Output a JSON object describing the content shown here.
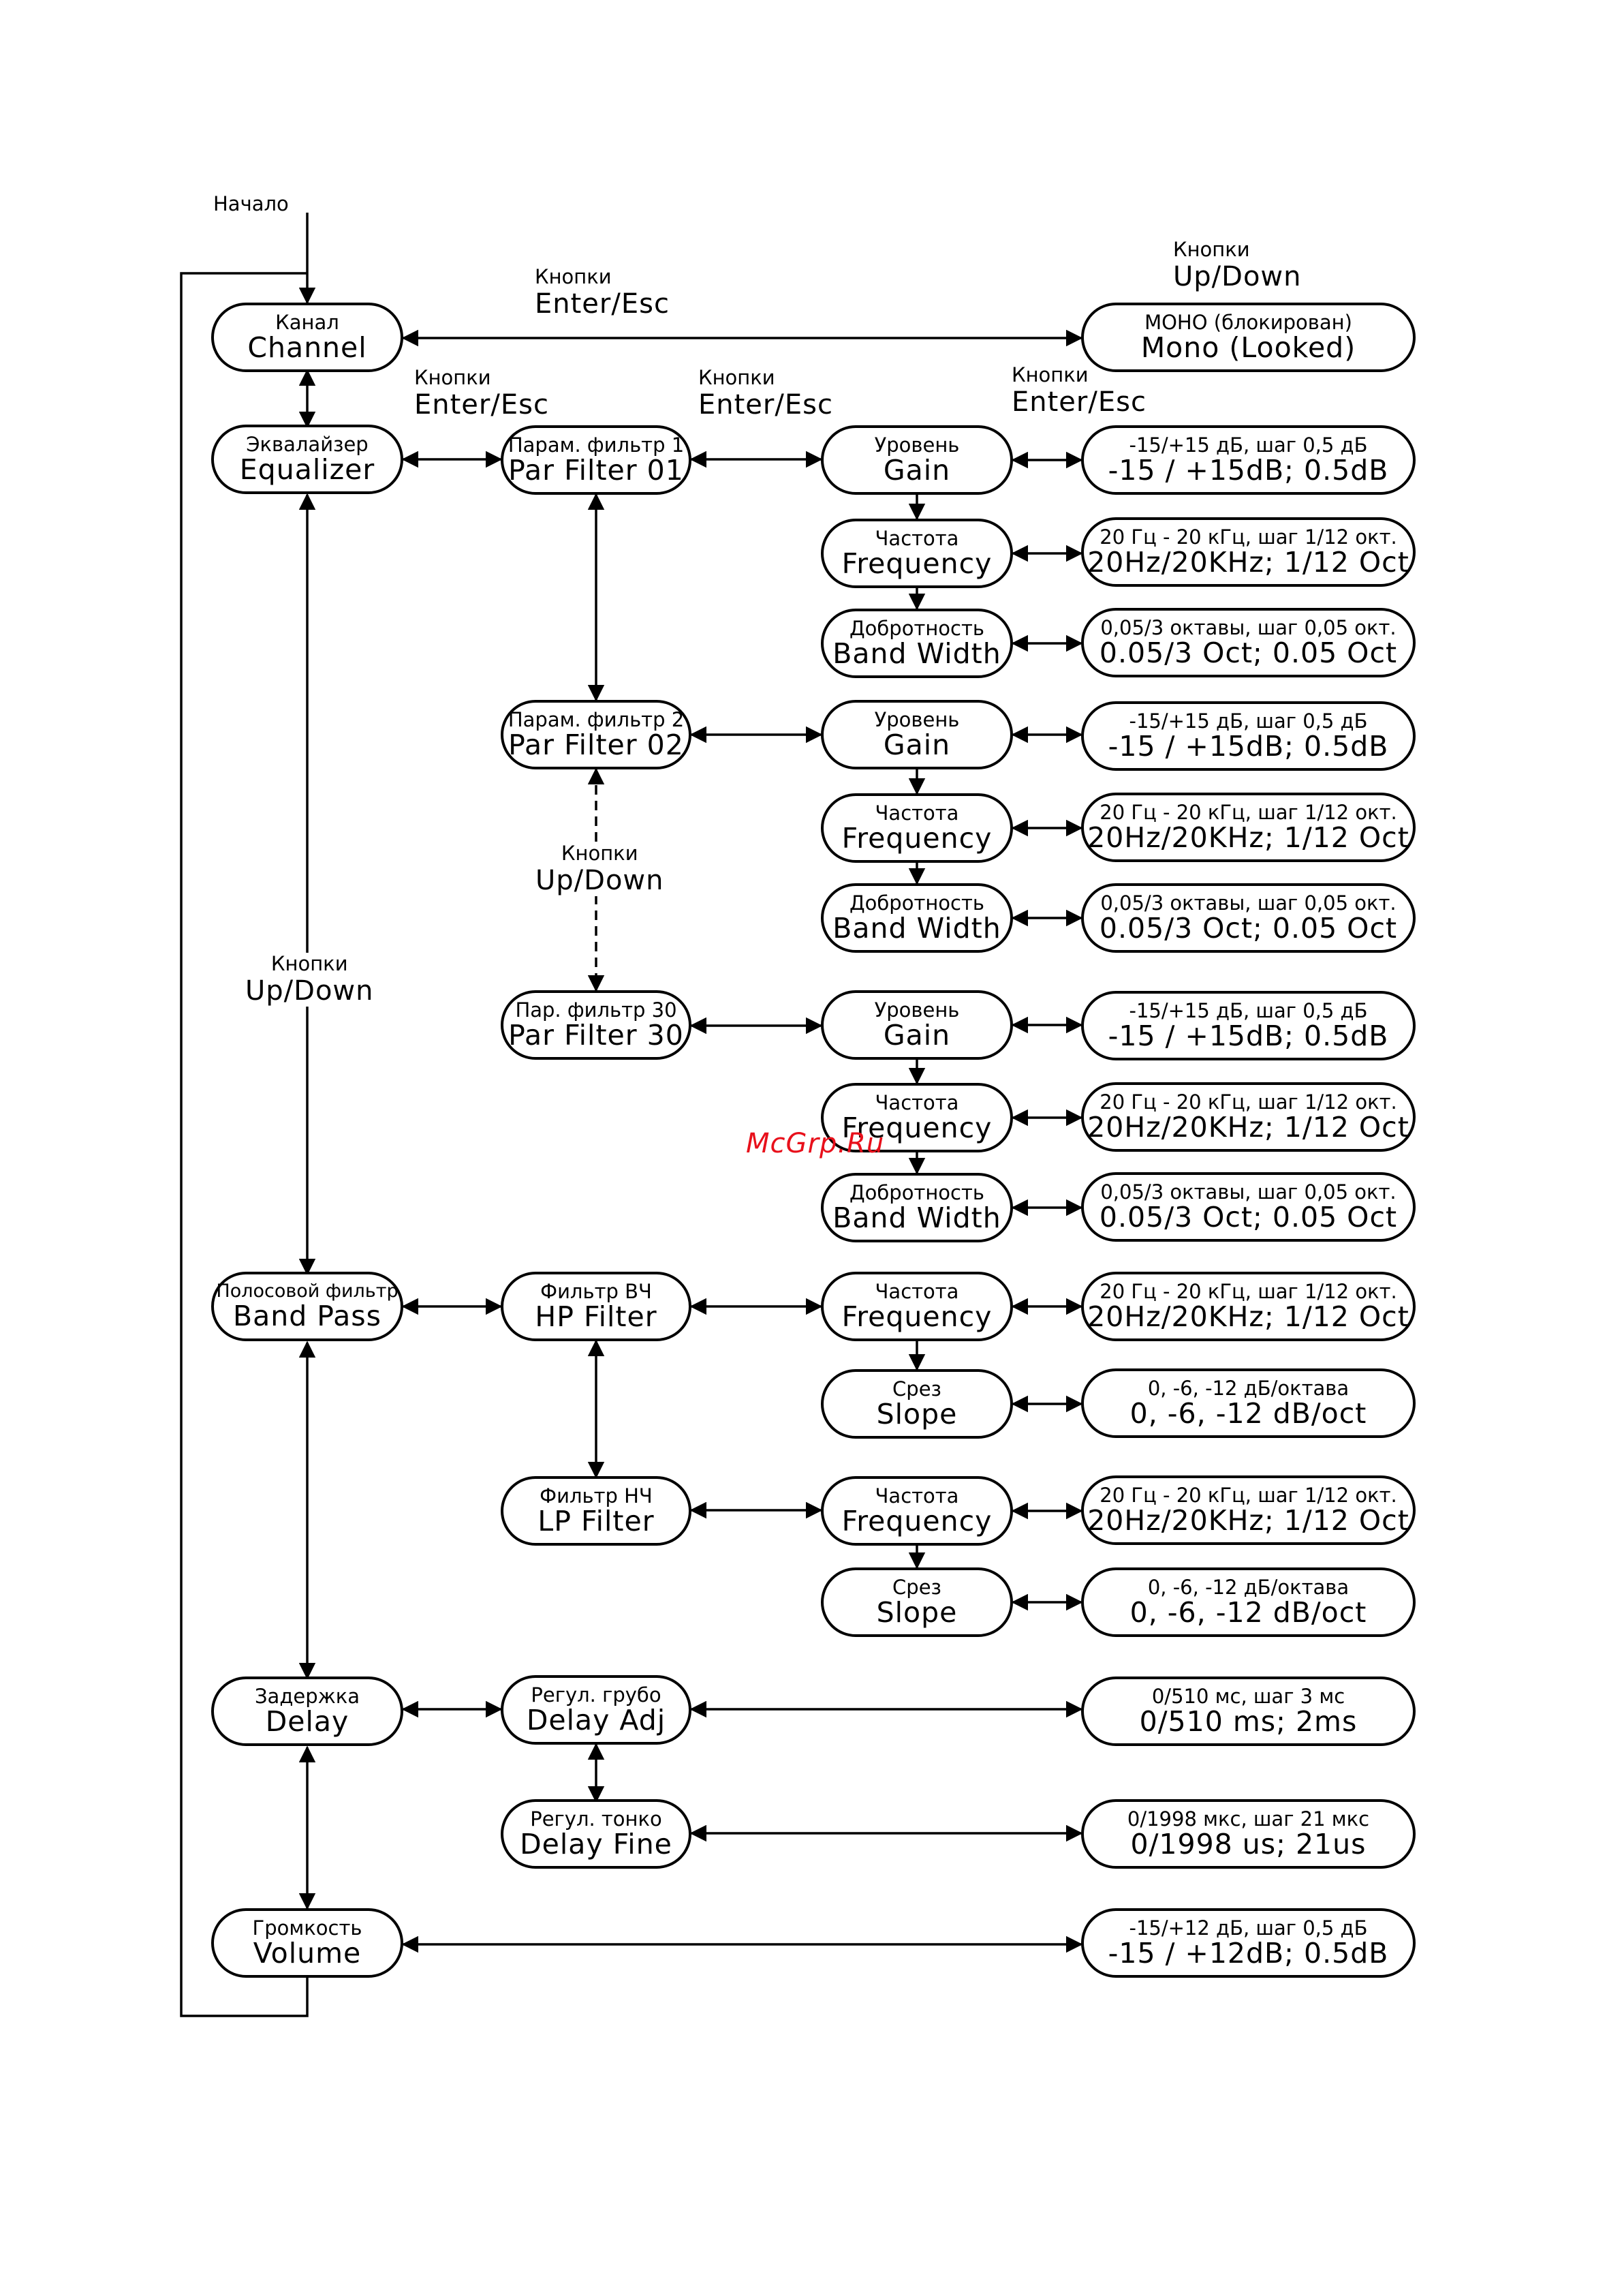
{
  "start_label": "Начало",
  "labels": {
    "enter_esc_top": {
      "ru": "Кнопки",
      "en": "Enter/Esc"
    },
    "up_down_top": {
      "ru": "Кнопки",
      "en": "Up/Down"
    },
    "enter_esc_1": {
      "ru": "Кнопки",
      "en": "Enter/Esc"
    },
    "enter_esc_2": {
      "ru": "Кнопки",
      "en": "Enter/Esc"
    },
    "enter_esc_3": {
      "ru": "Кнопки",
      "en": "Enter/Esc"
    },
    "up_down_filters": {
      "ru": "Кнопки",
      "en": "Up/Down"
    },
    "up_down_main": {
      "ru": "Кнопки",
      "en": "Up/Down"
    }
  },
  "main_menu": [
    {
      "ru": "Канал",
      "en": "Channel"
    },
    {
      "ru": "Эквалайзер",
      "en": "Equalizer"
    },
    {
      "ru": "Полосовой фильтр",
      "en": "Band Pass"
    },
    {
      "ru": "Задержка",
      "en": "Delay"
    },
    {
      "ru": "Громкость",
      "en": "Volume"
    }
  ],
  "sub_menu": [
    {
      "ru": "Парам. фильтр 1",
      "en": "Par Filter 01"
    },
    {
      "ru": "Парам. фильтр 2",
      "en": "Par Filter 02"
    },
    {
      "ru": "Пар. фильтр 30",
      "en": "Par Filter 30"
    },
    {
      "ru": "Фильтр ВЧ",
      "en": "HP Filter"
    },
    {
      "ru": "Фильтр НЧ",
      "en": "LP Filter"
    },
    {
      "ru": "Регул. грубо",
      "en": "Delay Adj"
    },
    {
      "ru": "Регул. тонко",
      "en": "Delay Fine"
    }
  ],
  "params": [
    {
      "ru": "Уровень",
      "en": "Gain"
    },
    {
      "ru": "Частота",
      "en": "Frequency"
    },
    {
      "ru": "Добротность",
      "en": "Band Width"
    },
    {
      "ru": "Уровень",
      "en": "Gain"
    },
    {
      "ru": "Частота",
      "en": "Frequency"
    },
    {
      "ru": "Добротность",
      "en": "Band Width"
    },
    {
      "ru": "Уровень",
      "en": "Gain"
    },
    {
      "ru": "Частота",
      "en": "Frequency"
    },
    {
      "ru": "Добротность",
      "en": "Band Width"
    },
    {
      "ru": "Частота",
      "en": "Frequency"
    },
    {
      "ru": "Срез",
      "en": "Slope"
    },
    {
      "ru": "Частота",
      "en": "Frequency"
    },
    {
      "ru": "Срез",
      "en": "Slope"
    }
  ],
  "values": [
    {
      "ru": "МОНО (блокирован)",
      "en": "Mono (Looked)"
    },
    {
      "ru": "-15/+15 дБ, шаг 0,5 дБ",
      "en": "-15 / +15dB;  0.5dB"
    },
    {
      "ru": "20 Гц - 20 кГц, шаг 1/12 окт.",
      "en": "20Hz/20KHz; 1/12 Oct"
    },
    {
      "ru": "0,05/3 октавы, шаг 0,05 окт.",
      "en": "0.05/3 Oct;  0.05 Oct"
    },
    {
      "ru": "-15/+15 дБ, шаг 0,5 дБ",
      "en": "-15 / +15dB;  0.5dB"
    },
    {
      "ru": "20 Гц - 20 кГц, шаг 1/12 окт.",
      "en": "20Hz/20KHz; 1/12 Oct"
    },
    {
      "ru": "0,05/3 октавы, шаг 0,05 окт.",
      "en": "0.05/3 Oct;  0.05 Oct"
    },
    {
      "ru": "-15/+15 дБ, шаг 0,5 дБ",
      "en": "-15 / +15dB;  0.5dB"
    },
    {
      "ru": "20 Гц - 20 кГц, шаг 1/12 окт.",
      "en": "20Hz/20KHz; 1/12 Oct"
    },
    {
      "ru": "0,05/3 октавы, шаг 0,05 окт.",
      "en": "0.05/3 Oct;  0.05 Oct"
    },
    {
      "ru": "20 Гц - 20 кГц, шаг 1/12 окт.",
      "en": "20Hz/20KHz; 1/12 Oct"
    },
    {
      "ru": "0, -6, -12 дБ/октава",
      "en": "0, -6, -12 dB/oct"
    },
    {
      "ru": "20 Гц - 20 кГц, шаг 1/12 окт.",
      "en": "20Hz/20KHz; 1/12 Oct"
    },
    {
      "ru": "0, -6, -12 дБ/октава",
      "en": "0, -6, -12 dB/oct"
    },
    {
      "ru": "0/510 мс, шаг 3 мс",
      "en": "0/510 ms;  2ms"
    },
    {
      "ru": "0/1998 мкс, шаг 21 мкс",
      "en": "0/1998 us; 21us"
    },
    {
      "ru": "-15/+12 дБ, шаг 0,5 дБ",
      "en": "-15 / +12dB;  0.5dB"
    }
  ],
  "watermark": "McGrp.Ru"
}
